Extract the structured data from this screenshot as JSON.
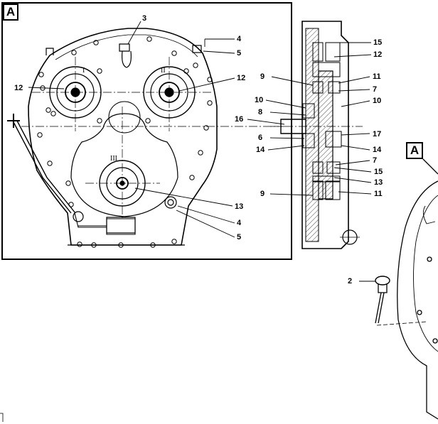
{
  "view_labels": {
    "main": "A",
    "side": "A"
  },
  "roman_labels": [
    "I",
    "II",
    "III"
  ],
  "callouts": {
    "front": [
      "3",
      "4",
      "5",
      "12",
      "12",
      "13",
      "4",
      "5"
    ],
    "section": [
      "15",
      "12",
      "9",
      "11",
      "7",
      "10",
      "10",
      "8",
      "16",
      "17",
      "6",
      "14",
      "14",
      "7",
      "15",
      "13",
      "9",
      "11"
    ],
    "outside": [
      "2"
    ]
  }
}
